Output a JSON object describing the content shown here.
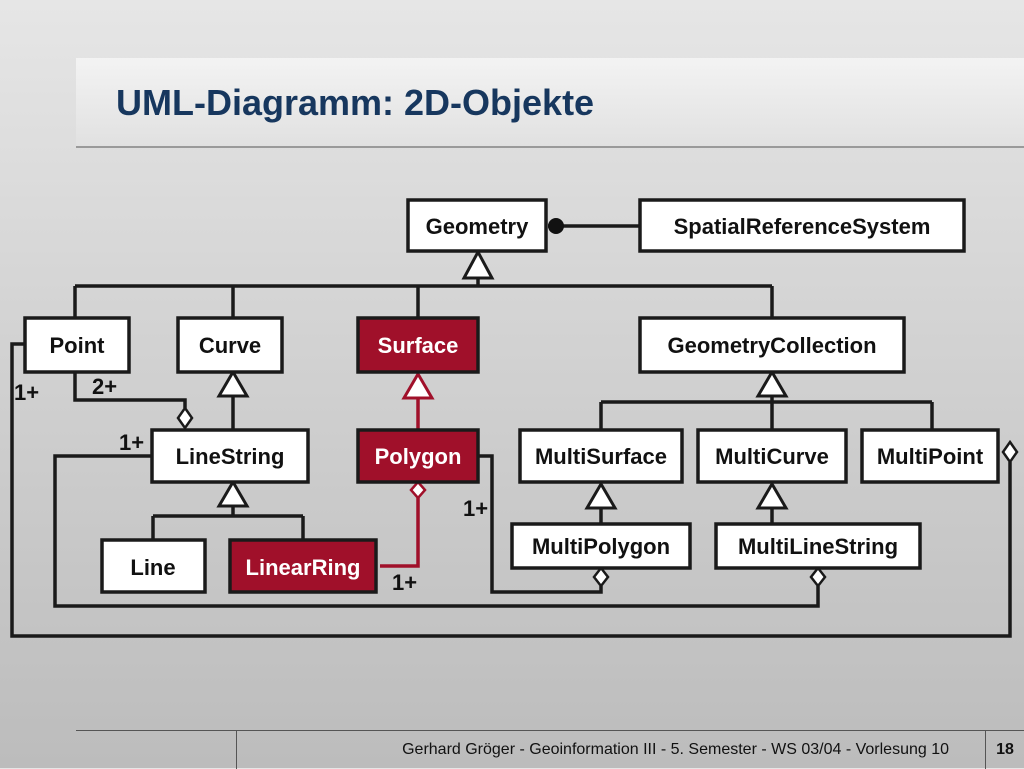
{
  "slide": {
    "title": "UML-Diagramm: 2D-Objekte",
    "footer_text": "Gerhard Gröger  -  Geoinformation III  -  5. Semester  -  WS 03/04  -  Vorlesung 10",
    "page_number": "18"
  },
  "diagram": {
    "classes": {
      "geometry": "Geometry",
      "spatial_reference_system": "SpatialReferenceSystem",
      "point": "Point",
      "curve": "Curve",
      "surface": "Surface",
      "geometry_collection": "GeometryCollection",
      "line_string": "LineString",
      "polygon": "Polygon",
      "multi_surface": "MultiSurface",
      "multi_curve": "MultiCurve",
      "multi_point": "MultiPoint",
      "line": "Line",
      "linear_ring": "LinearRing",
      "multi_polygon": "MultiPolygon",
      "multi_line_string": "MultiLineString"
    },
    "highlighted_classes": [
      "Surface",
      "Polygon",
      "LinearRing"
    ],
    "multiplicities": {
      "point_to_multipoint": "1+",
      "point_to_linestring": "2+",
      "linestring_to_multilinestring": "1+",
      "polygon_to_multipolygon": "1+",
      "linearring_to_polygon": "1+"
    },
    "colors": {
      "highlight": "#a0102a",
      "title": "#17375e"
    }
  }
}
